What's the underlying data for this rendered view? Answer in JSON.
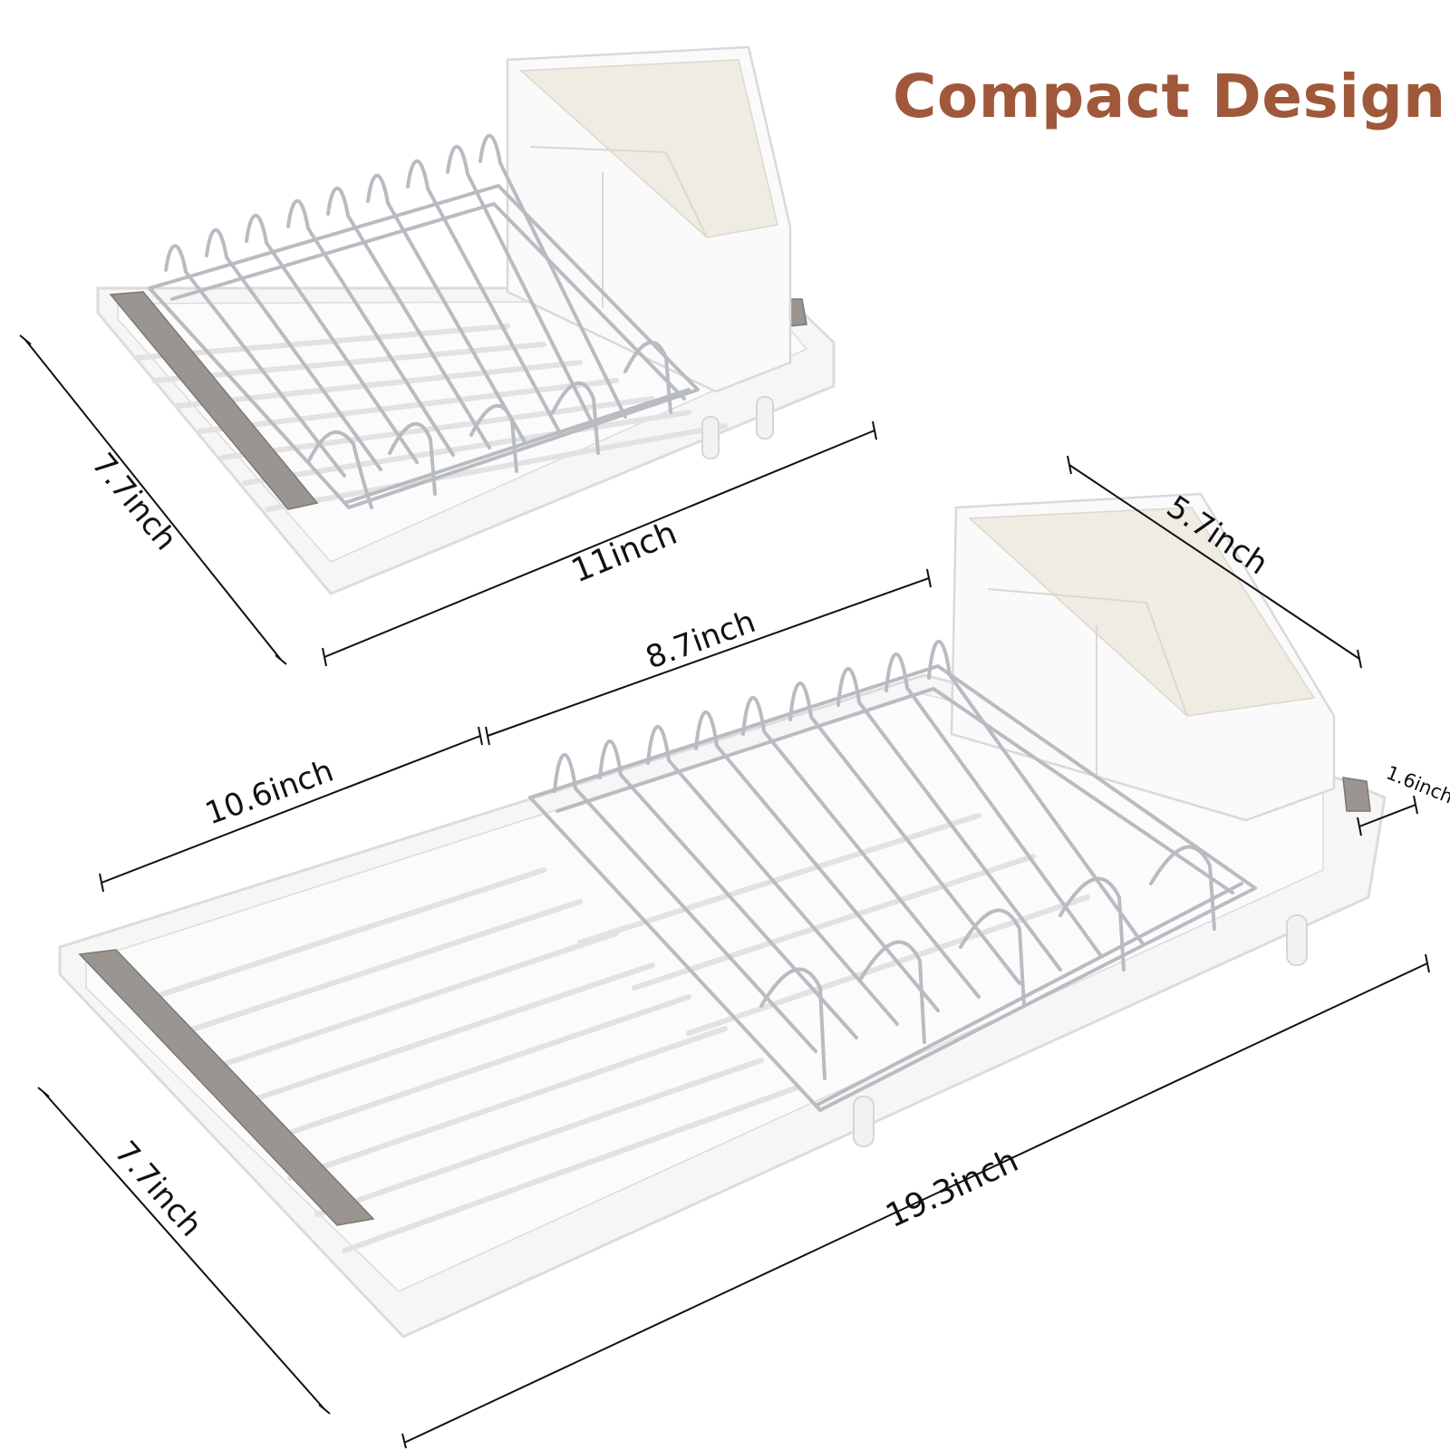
{
  "title": "Compact Design",
  "colors": {
    "title": "#a0583a",
    "tray": "#f6f6f6",
    "tray_edge": "#dcdcdc",
    "wire": "#b8bcc2",
    "steel": "#9a9590",
    "line": "#111111"
  },
  "compact_rack": {
    "depth_label": "7.7inch",
    "length_label": "11inch"
  },
  "extended_rack": {
    "tray_length_label": "10.6inch",
    "rack_length_label": "8.7inch",
    "cup_width_label": "5.7inch",
    "cup_depth_label": "1.6inch",
    "depth_label": "7.7inch",
    "length_label": "19.3inch"
  }
}
